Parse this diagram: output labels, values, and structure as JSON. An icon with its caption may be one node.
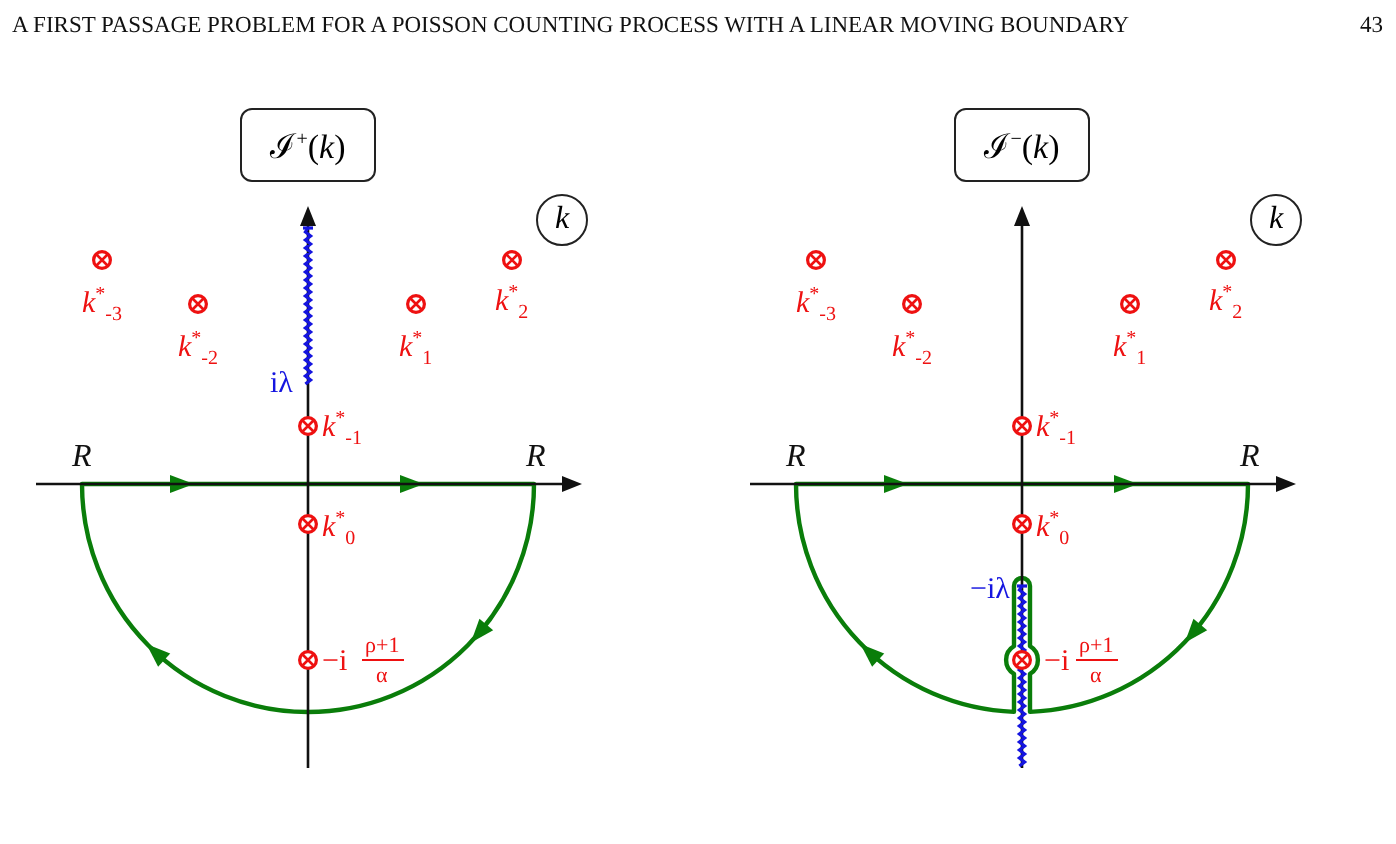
{
  "diagram": {
    "nodes": [
      {
        "text": [
          "ℐ$^{+}$(*k*)"
        ]
      },
      {
        "text": [
          "k"
        ]
      },
      {
        "text": [
          "ℐ$^{−}$(*k*)"
        ]
      },
      {
        "text": [
          "k"
        ]
      }
    ],
    "labels": [
      "A FIRST PASSAGE PROBLEM FOR A POISSON COUNTING PROCESS WITH A LINEAR MOVING BOUNDARY",
      "43",
      "*k*$^{*}$$_{-3}$",
      "*k*$^{*}$$_{-2}$",
      "*k*$^{*}$$_{1}$",
      "*k*$^{*}$$_{2}$",
      "iλ",
      "*k*$^{*}$$_{-1}$",
      "R",
      "R",
      "*k*$^{*}$$_{0}$",
      "−i",
      "ρ+1",
      "α",
      "*k*$^{*}$$_{-3}$",
      "*k*$^{*}$$_{-2}$",
      "*k*$^{*}$$_{1}$",
      "*k*$^{*}$$_{2}$",
      "*k*$^{*}$$_{-1}$",
      "R",
      "R",
      "*k*$^{*}$$_{0}$",
      "−iλ",
      "−i",
      "ρ+1",
      "α"
    ]
  }
}
